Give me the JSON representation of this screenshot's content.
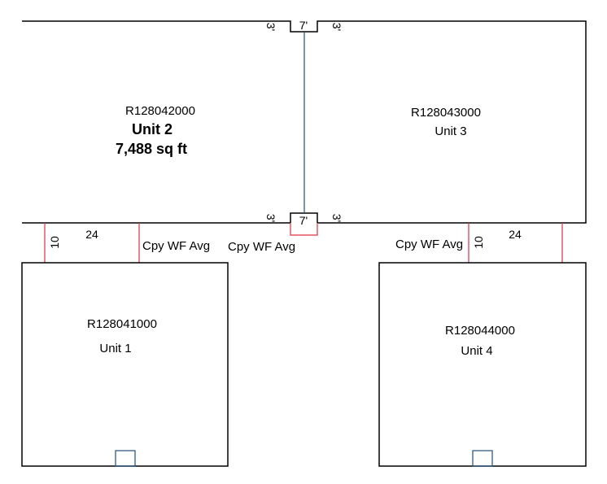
{
  "units": {
    "unit2": {
      "parcel": "R128042000",
      "name": "Unit 2",
      "area": "7,488 sq ft"
    },
    "unit3": {
      "parcel": "R128043000",
      "name": "Unit 3"
    },
    "unit1": {
      "parcel": "R128041000",
      "name": "Unit 1"
    },
    "unit4": {
      "parcel": "R128044000",
      "name": "Unit 4"
    }
  },
  "dimensions": {
    "notch_width": "7'",
    "notch_side": "3'",
    "canopy_depth": "10",
    "canopy_width": "24"
  },
  "labels": {
    "canopy_1": "Cpy WF Avg",
    "canopy_2": "Cpy WF Avg",
    "canopy_3": "Cpy WF Avg"
  },
  "colors": {
    "wall": "#000000",
    "canopy": "#e03040",
    "divider": "#1f4e79"
  }
}
